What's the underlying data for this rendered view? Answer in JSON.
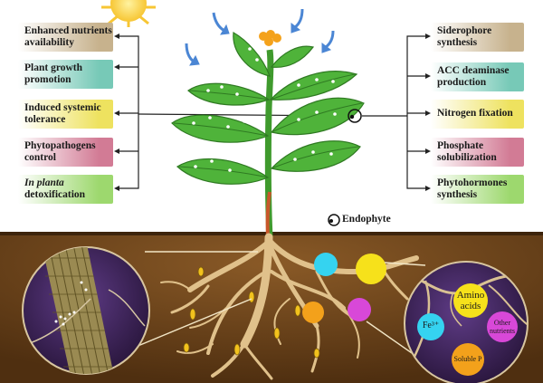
{
  "left_labels": [
    {
      "line1": "Enhanced nutrients",
      "line2": "availability",
      "bg": "#c7b28d"
    },
    {
      "line1": "Plant growth",
      "line2": "promotion",
      "bg": "#77c9b7"
    },
    {
      "line1": "Induced systemic",
      "line2": "tolerance",
      "bg": "#eee25f"
    },
    {
      "line1": "Phytopathogens",
      "line2": "control",
      "bg": "#d27b95"
    },
    {
      "line1": "In planta",
      "line2": "detoxification",
      "bg": "#9dd86e"
    }
  ],
  "right_labels": [
    {
      "line1": "Siderophore",
      "line2": "synthesis",
      "bg": "#c7b28d"
    },
    {
      "line1": "ACC deaminase",
      "line2": "production",
      "bg": "#77c9b7"
    },
    {
      "line1": "Nitrogen fixation",
      "line2": "",
      "bg": "#eee25f"
    },
    {
      "line1": "Phosphate",
      "line2": "solubilization",
      "bg": "#d27b95"
    },
    {
      "line1": "Phytohormones",
      "line2": "synthesis",
      "bg": "#9dd86e"
    }
  ],
  "legend": {
    "endophyte": "Endophyte"
  },
  "nutrients": {
    "amino1": "Amino",
    "amino2": "acids",
    "fe": "Fe³⁺",
    "other1": "Other",
    "other2": "nutrients",
    "soluble_p": "Soluble P"
  },
  "colors": {
    "soil": "#6e4318",
    "leaf": "#4fb33a",
    "root": "#e0c18b",
    "circle": "#4a2c6a"
  }
}
